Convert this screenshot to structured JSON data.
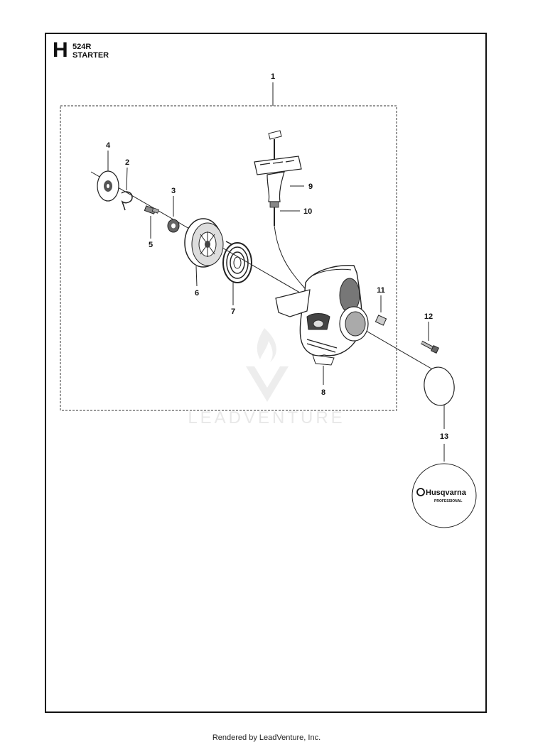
{
  "header": {
    "section_letter": "H",
    "model": "524R",
    "title": "STARTER"
  },
  "callouts": [
    "1",
    "2",
    "3",
    "4",
    "5",
    "6",
    "7",
    "8",
    "9",
    "10",
    "11",
    "12",
    "13"
  ],
  "watermark": {
    "text": "LEADVENTURE"
  },
  "logo": {
    "brand": "Husqvarna",
    "sub": "PROFESSIONAL"
  },
  "footer": {
    "text": "Rendered by LeadVenture, Inc."
  }
}
